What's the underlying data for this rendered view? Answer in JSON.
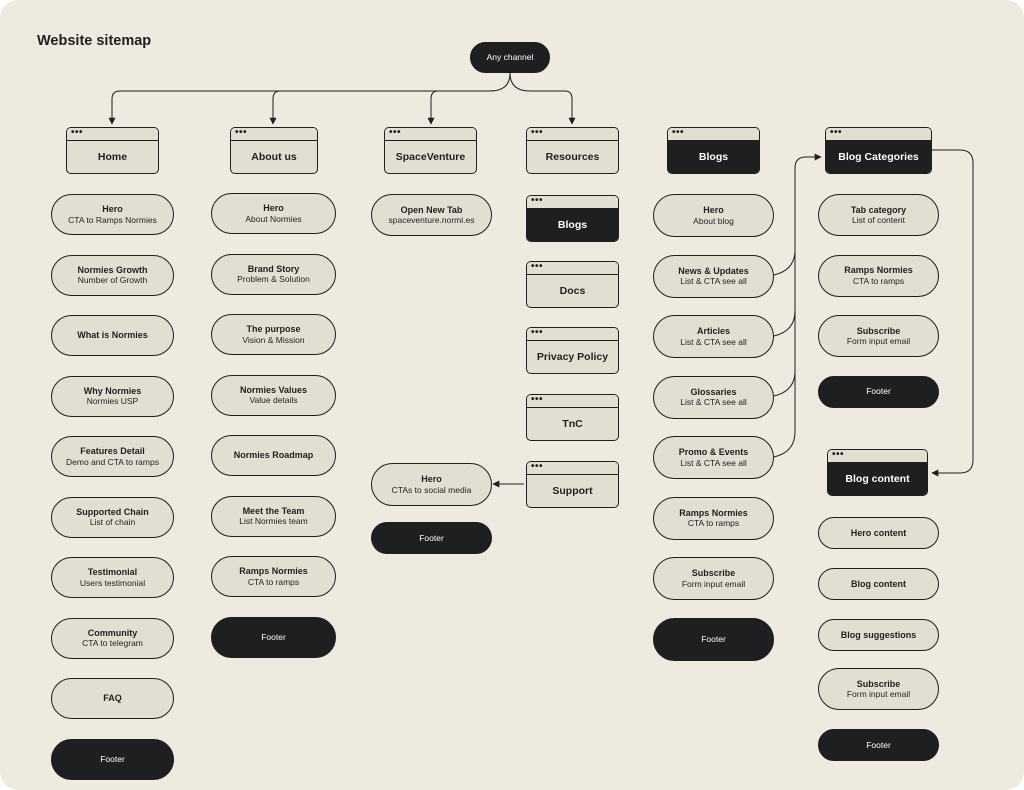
{
  "title": "Website sitemap",
  "root": "Any channel",
  "window_dots": "•••",
  "columns": {
    "home": {
      "header": "Home",
      "items": [
        {
          "title": "Hero",
          "sub": "CTA to Ramps Normies"
        },
        {
          "title": "Normies Growth",
          "sub": "Number of Growth"
        },
        {
          "title": "What is Normies",
          "sub": ""
        },
        {
          "title": "Why Normies",
          "sub": "Normies USP"
        },
        {
          "title": "Features Detail",
          "sub": "Demo and CTA to ramps"
        },
        {
          "title": "Supported Chain",
          "sub": "List of chain"
        },
        {
          "title": "Testimonial",
          "sub": "Users testimonial"
        },
        {
          "title": "Community",
          "sub": "CTA to telegram"
        },
        {
          "title": "FAQ",
          "sub": ""
        },
        {
          "title": "Footer",
          "sub": ""
        }
      ]
    },
    "about": {
      "header": "About us",
      "items": [
        {
          "title": "Hero",
          "sub": "About Normies"
        },
        {
          "title": "Brand Story",
          "sub": "Problem & Solution"
        },
        {
          "title": "The purpose",
          "sub": "Vision & Mission"
        },
        {
          "title": "Normies Values",
          "sub": "Value details"
        },
        {
          "title": "Normies Roadmap",
          "sub": ""
        },
        {
          "title": "Meet the Team",
          "sub": "List Normies team"
        },
        {
          "title": "Ramps Normies",
          "sub": "CTA to ramps"
        },
        {
          "title": "Footer",
          "sub": ""
        }
      ]
    },
    "space": {
      "header": "SpaceVenture",
      "items": [
        {
          "title": "Open New Tab",
          "sub": "spaceventure.normi.es"
        }
      ],
      "support_items": [
        {
          "title": "Hero",
          "sub": "CTAs to social media"
        },
        {
          "title": "Footer",
          "sub": ""
        }
      ]
    },
    "resources": {
      "header": "Resources",
      "pages": [
        "Blogs",
        "Docs",
        "Privacy Policy",
        "TnC",
        "Support"
      ]
    },
    "blogs": {
      "header": "Blogs",
      "items": [
        {
          "title": "Hero",
          "sub": "About blog"
        },
        {
          "title": "News & Updates",
          "sub": "List & CTA see all"
        },
        {
          "title": "Articles",
          "sub": "List & CTA see all"
        },
        {
          "title": "Glossaries",
          "sub": "List & CTA see all"
        },
        {
          "title": "Promo & Events",
          "sub": "List & CTA see all"
        },
        {
          "title": "Ramps Normies",
          "sub": "CTA to ramps"
        },
        {
          "title": "Subscribe",
          "sub": "Form input email"
        },
        {
          "title": "Footer",
          "sub": ""
        }
      ]
    },
    "blog_categories": {
      "header": "Blog Categories",
      "items": [
        {
          "title": "Tab category",
          "sub": "List of content"
        },
        {
          "title": "Ramps Normies",
          "sub": "CTA to ramps"
        },
        {
          "title": "Subscribe",
          "sub": "Form input email"
        },
        {
          "title": "Footer",
          "sub": ""
        }
      ]
    },
    "blog_content": {
      "header": "Blog content",
      "items": [
        {
          "title": "Hero content",
          "sub": ""
        },
        {
          "title": "Blog content",
          "sub": ""
        },
        {
          "title": "Blog suggestions",
          "sub": ""
        },
        {
          "title": "Subscribe",
          "sub": "Form input email"
        },
        {
          "title": "Footer",
          "sub": ""
        }
      ]
    }
  }
}
